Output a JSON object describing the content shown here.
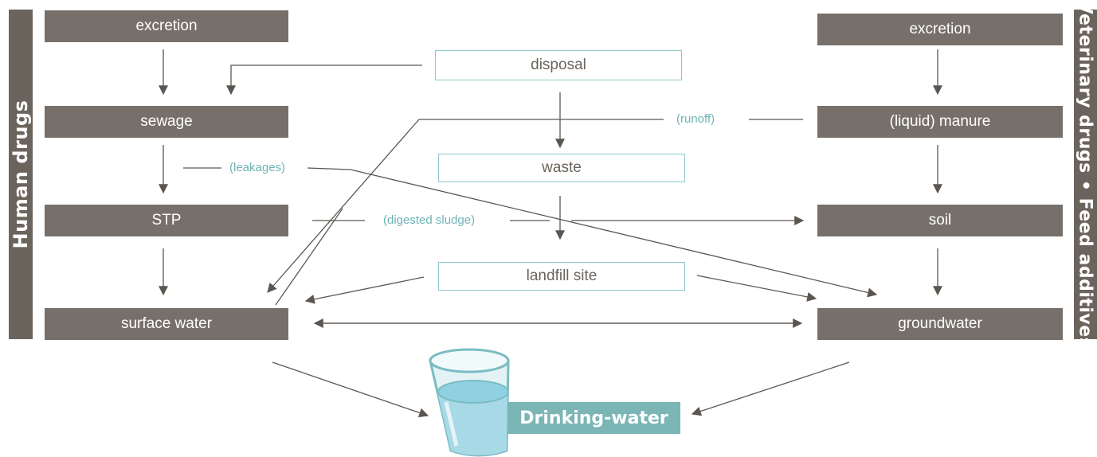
{
  "left_side": {
    "label": "Human drugs"
  },
  "right_side": {
    "label": "Veterinary drugs • Feed additives"
  },
  "left_column": {
    "excretion": "excretion",
    "sewage": "sewage",
    "stp": "STP",
    "surface_water": "surface water"
  },
  "center_column": {
    "disposal": "disposal",
    "waste": "waste",
    "landfill": "landfill site"
  },
  "right_column": {
    "excretion": "excretion",
    "manure": "(liquid) manure",
    "soil": "soil",
    "groundwater": "groundwater"
  },
  "flow_labels": {
    "runoff": "(runoff)",
    "leakages": "(leakages)",
    "digested_sludge": "(digested sludge)"
  },
  "drinking_water": {
    "label": "Drinking-water",
    "icon": "water-glass-icon"
  },
  "colors": {
    "dark_box": "#77706a",
    "side_bar": "#6b645d",
    "light_border": "#8fc6c9",
    "teal_text": "#6fb3b6",
    "arrow": "#5c5650"
  }
}
